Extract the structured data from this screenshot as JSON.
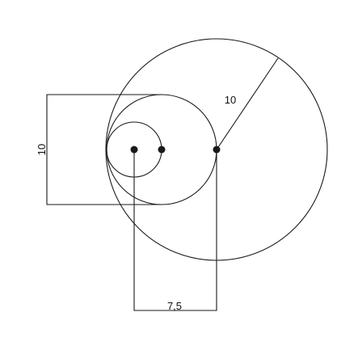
{
  "diagram": {
    "labels": {
      "radius_large": "10",
      "height_left": "10",
      "width_bottom": "7,5"
    }
  }
}
